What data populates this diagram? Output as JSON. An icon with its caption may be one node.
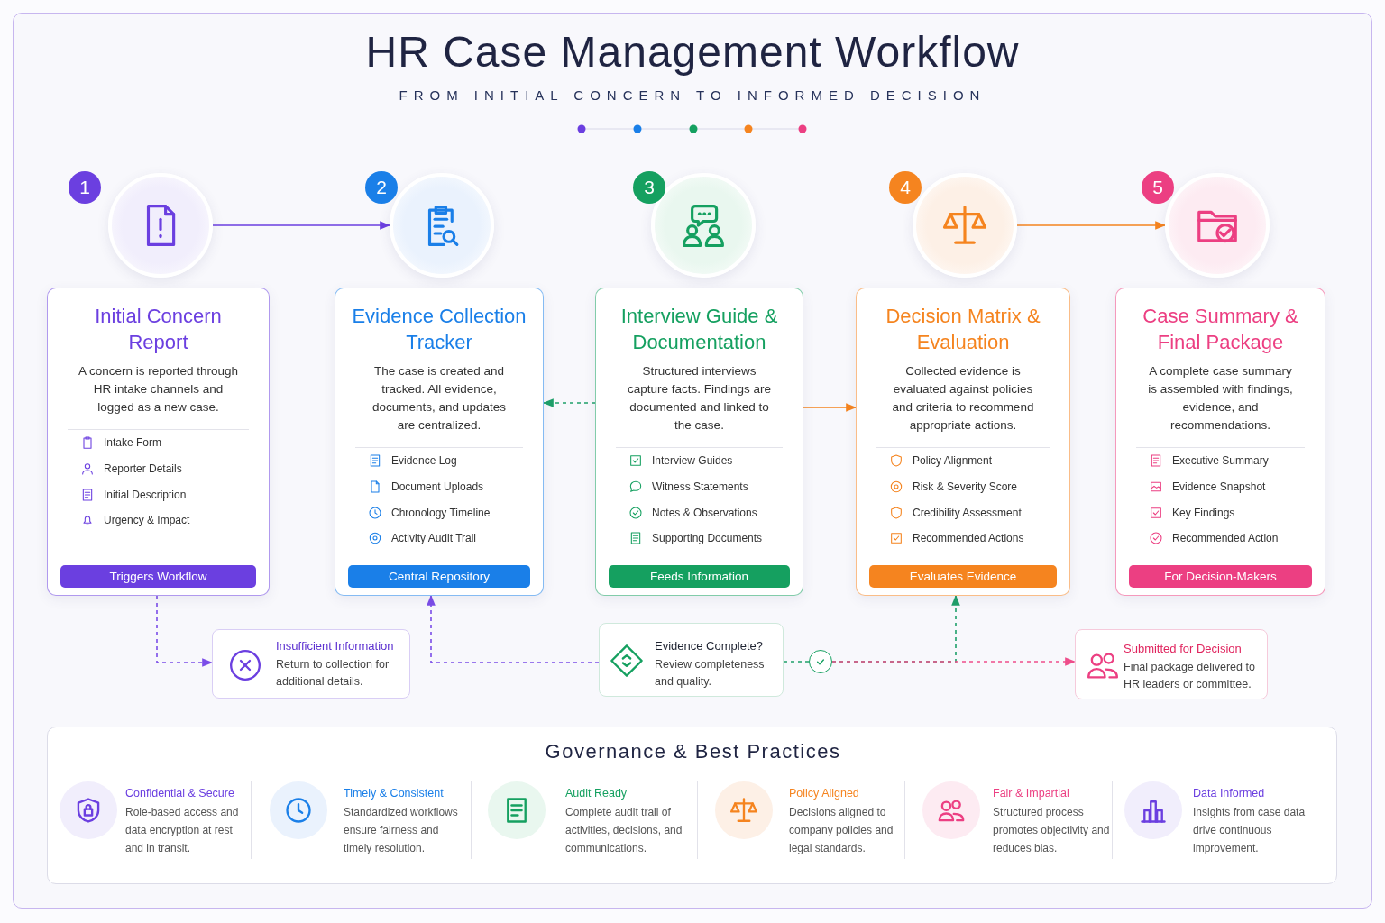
{
  "diagram": {
    "title": "HR Case Management Workflow",
    "nodes": [
      {
        "text": [],
        "shape": "circle",
        "beside": [
          "1"
        ]
      },
      {
        "text": [],
        "shape": "circle",
        "beside": [
          "2"
        ]
      },
      {
        "text": [],
        "shape": "circle",
        "beside": [
          "3"
        ]
      },
      {
        "text": [],
        "shape": "circle",
        "beside": [
          "4"
        ]
      },
      {
        "text": [],
        "shape": "circle",
        "beside": [
          "5"
        ]
      },
      {
        "text": [
          "Initial Concern Report",
          "A concern is reported through HR intake channels and logged as a new case.",
          "Intake Form",
          "Reporter Details",
          "Initial Description",
          "Urgency & Impact",
          "Triggers Workflow"
        ]
      },
      {
        "text": [
          "Evidence Collection Tracker",
          "The case is created and tracked. All evidence, documents, and updates are centralized.",
          "Evidence Log",
          "Document Uploads",
          "Chronology Timeline",
          "Activity Audit Trail",
          "Central Repository"
        ]
      },
      {
        "text": [
          "Interview Guide & Documentation",
          "Structured interviews capture facts. Findings are documented and linked to the case.",
          "Interview Guides",
          "Witness Statements",
          "Notes & Observations",
          "Supporting Documents",
          "Feeds Information"
        ]
      },
      {
        "text": [
          "Decision Matrix & Evaluation",
          "Collected evidence is evaluated against policies and criteria to recommend appropriate actions.",
          "Policy Alignment",
          "Risk & Severity Score",
          "Credibility Assessment",
          "Recommended Actions",
          "Evaluates Evidence"
        ]
      },
      {
        "text": [
          "Case Summary & Final Package",
          "A complete case summary is assembled with findings, evidence, and recommendations.",
          "Executive Summary",
          "Evidence Snapshot",
          "Key Findings",
          "Recommended Action",
          "For Decision-Makers"
        ]
      },
      {
        "text": [
          "Insufficient Information",
          "Return to collection for additional details."
        ]
      },
      {
        "text": [
          "Evidence Complete?",
          "Review completeness and quality."
        ]
      },
      {
        "text": [],
        "shape": "circle"
      },
      {
        "text": [
          "Submitted for Decision",
          "Final package delivered to HR leaders or committee."
        ]
      },
      {
        "text": [
          "Governance & Best Practices"
        ]
      },
      {
        "text": [
          "Confidential & Secure",
          "Role-based access and data encryption at rest and in transit."
        ],
        "in": 14
      },
      {
        "text": [
          "Timely & Consistent",
          "Standardized workflows ensure fairness and timely resolution."
        ],
        "in": 14
      },
      {
        "text": [
          "Audit Ready",
          "Complete audit trail of activities, decisions, and communications."
        ],
        "in": 14
      },
      {
        "text": [
          "Policy Aligned",
          "Decisions aligned to company policies and legal standards."
        ],
        "in": 14
      },
      {
        "text": [
          "Fair & Impartial",
          "Structured process promotes objectivity and reduces bias."
        ],
        "in": 14
      },
      {
        "text": [
          "Data Informed",
          "Insights from case data drive continuous improvement."
        ],
        "in": 14
      }
    ],
    "edges": [
      {
        "from": 0,
        "to": 1,
        "arrow": "to",
        "color": "#6b3fe0"
      },
      {
        "from": 3,
        "to": 4,
        "arrow": "to",
        "color": "#f5841f"
      },
      {
        "from": 7,
        "to": 6,
        "arrow": "to",
        "style": "dashed",
        "color": "#1fa06a"
      },
      {
        "from": 7,
        "to": 8,
        "arrow": "to",
        "color": "#f5841f"
      },
      {
        "from": 5,
        "to": 10,
        "arrow": "to",
        "style": "dashed",
        "color": "#7b4de8"
      },
      {
        "from": 11,
        "to": 6,
        "arrow": "to",
        "style": "dashed",
        "color": "#7b4de8"
      },
      {
        "from": 11,
        "to": 12,
        "arrow": "none",
        "style": "dashed",
        "color": "#1fa06a"
      },
      {
        "from": 12,
        "to": 8,
        "arrow": "to",
        "style": "dashed",
        "color": "#1fa06a"
      },
      {
        "from": 12,
        "to": 13,
        "arrow": "to",
        "style": "dashed",
        "color": "#ee4d8a"
      }
    ],
    "labels": [
      "FROM INITIAL CONCERN TO INFORMED DECISION"
    ]
  }
}
